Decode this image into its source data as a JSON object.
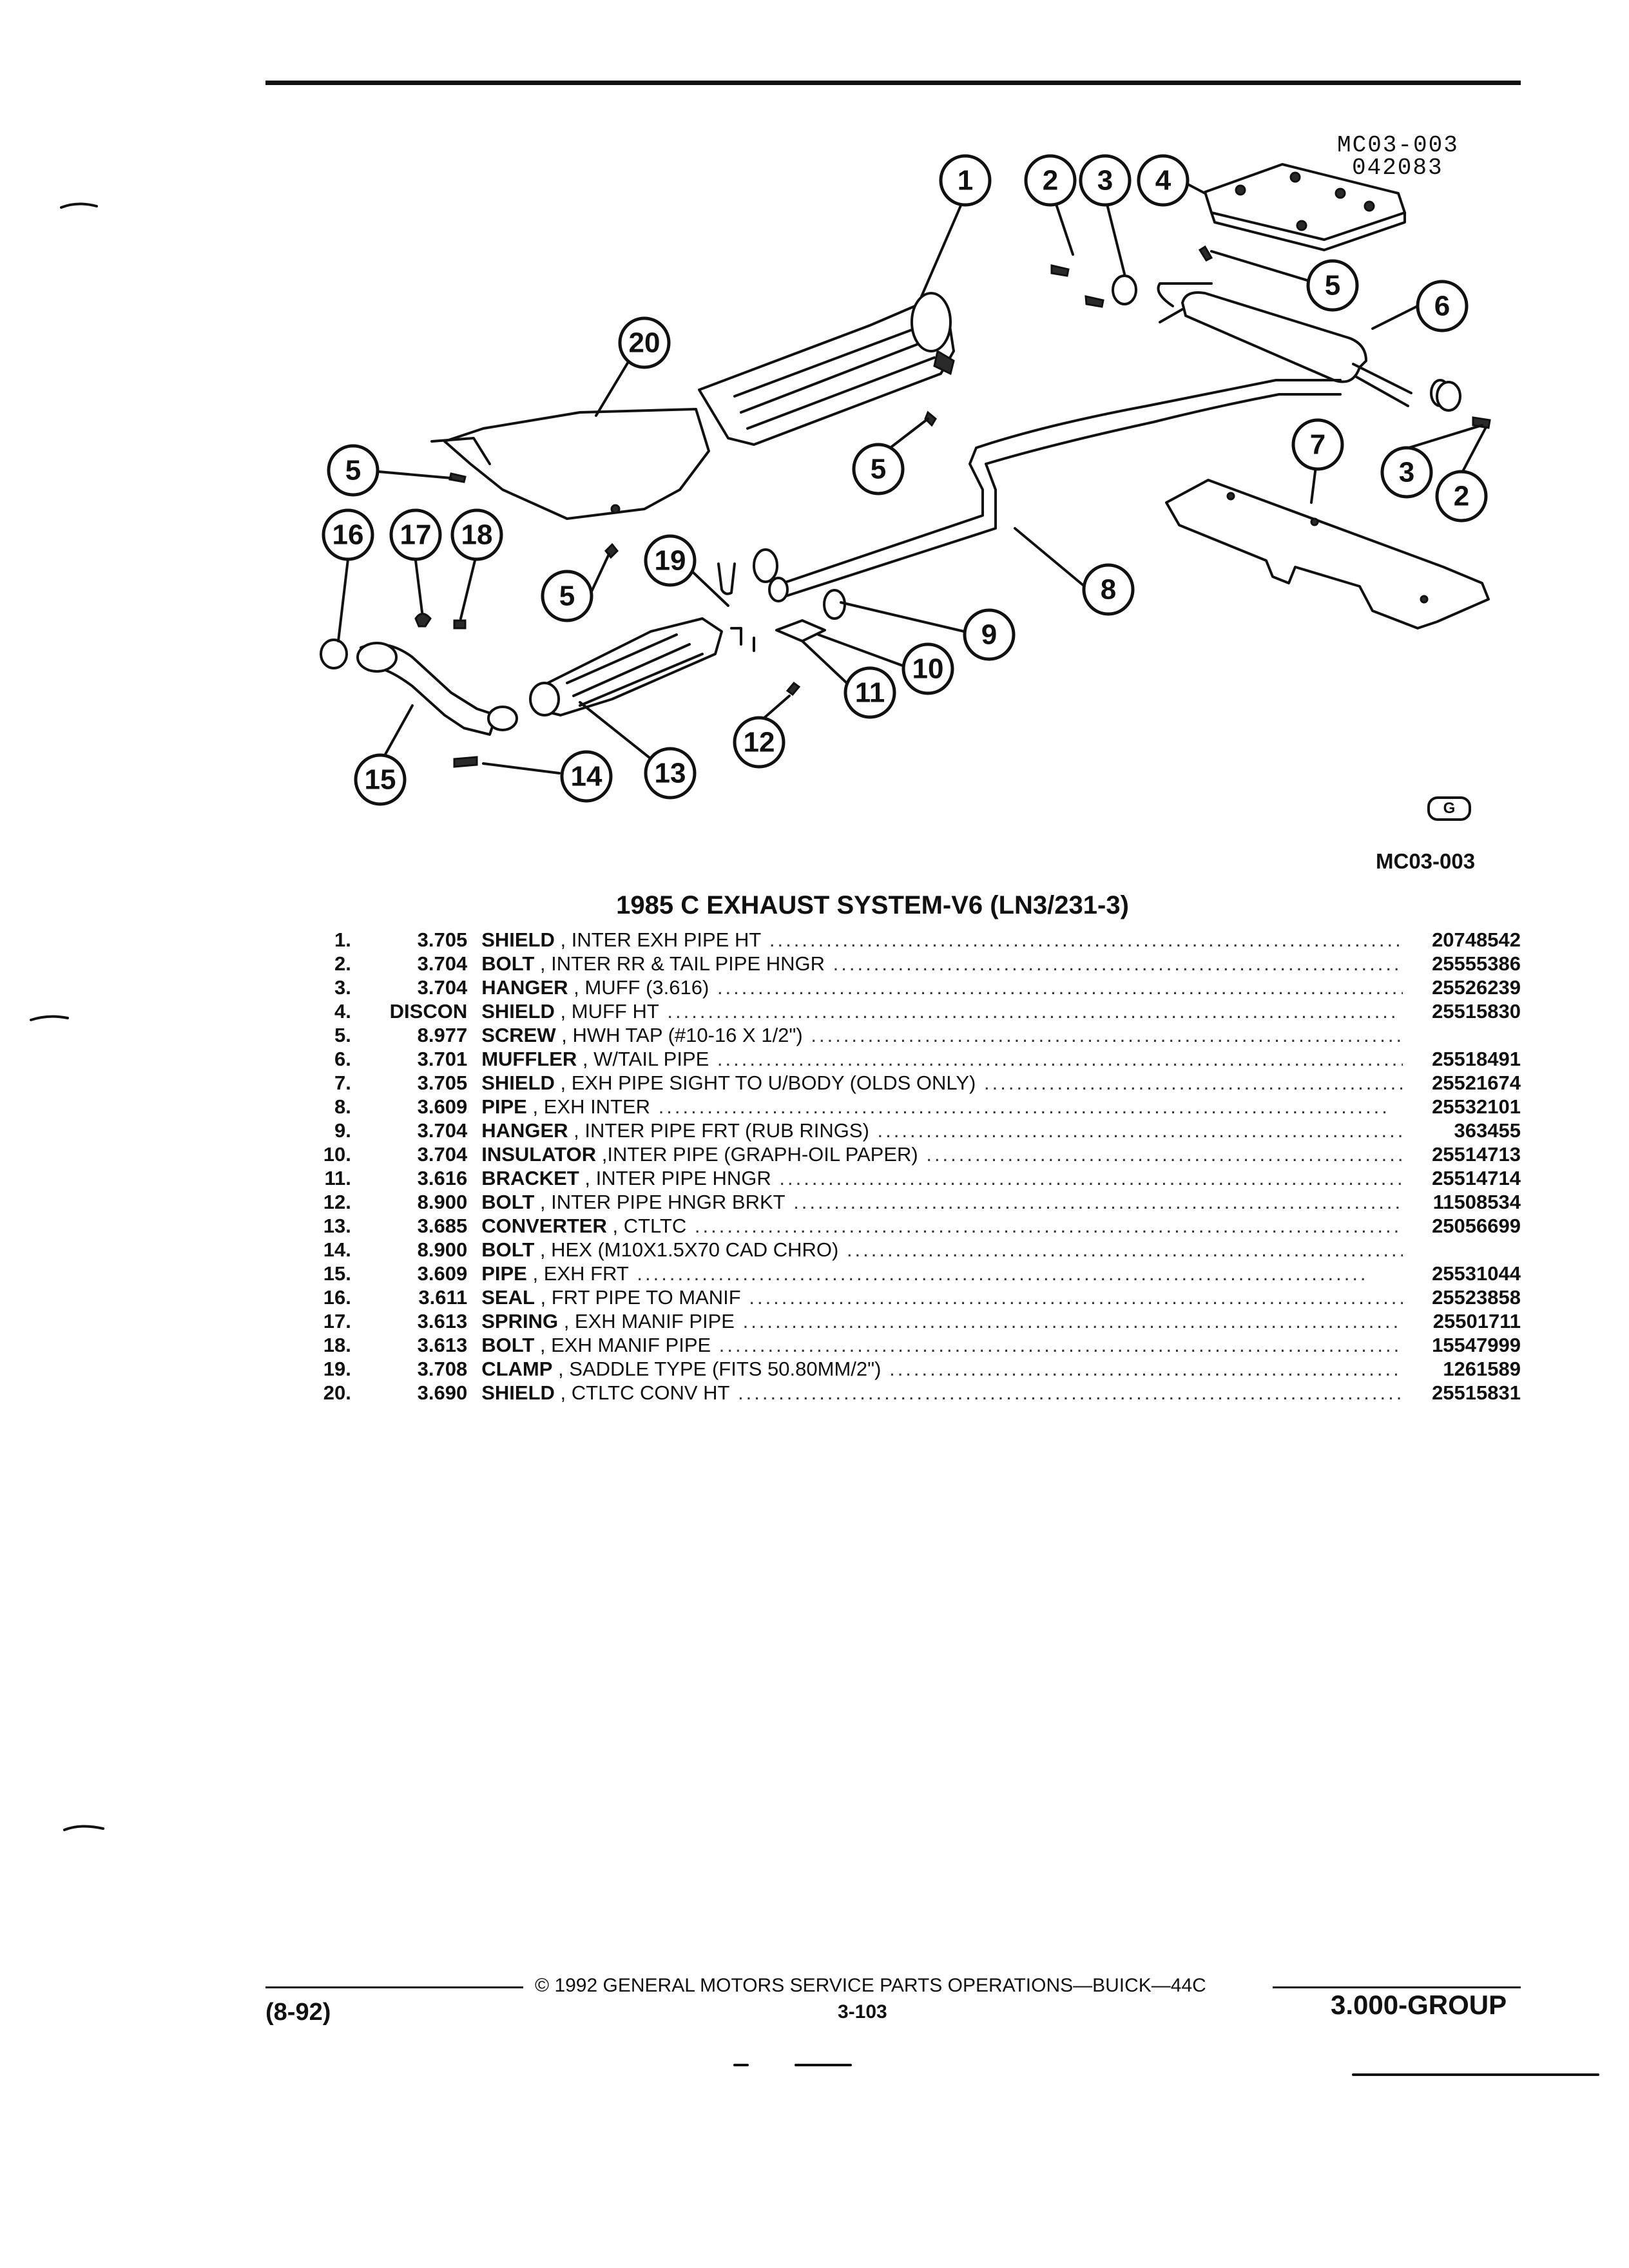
{
  "diagram": {
    "code_top": "MC03-003",
    "code_date": "042083",
    "figure_id": "MC03-003",
    "logo": "G",
    "callouts": [
      "1",
      "2",
      "3",
      "4",
      "5",
      "6",
      "7",
      "8",
      "9",
      "10",
      "11",
      "12",
      "13",
      "14",
      "15",
      "16",
      "17",
      "18",
      "19",
      "20"
    ]
  },
  "title": "1985 C EXHAUST SYSTEM-V6 (LN3/231-3)",
  "parts": [
    {
      "num": "1.",
      "grp": "3.705",
      "name": "SHIELD",
      "desc": " , INTER EXH PIPE HT",
      "pn": "20748542"
    },
    {
      "num": "2.",
      "grp": "3.704",
      "name": "BOLT",
      "desc": " , INTER RR & TAIL PIPE HNGR",
      "pn": "25555386"
    },
    {
      "num": "3.",
      "grp": "3.704",
      "name": "HANGER",
      "desc": " , MUFF (3.616)",
      "pn": "25526239"
    },
    {
      "num": "4.",
      "grp": "DISCON",
      "name": "SHIELD",
      "desc": " , MUFF HT",
      "pn": "25515830"
    },
    {
      "num": "5.",
      "grp": "8.977",
      "name": "SCREW",
      "desc": " , HWH TAP (#10-16 X 1/2\")",
      "pn": ""
    },
    {
      "num": "6.",
      "grp": "3.701",
      "name": "MUFFLER",
      "desc": " , W/TAIL PIPE",
      "pn": "25518491"
    },
    {
      "num": "7.",
      "grp": "3.705",
      "name": "SHIELD",
      "desc": " , EXH PIPE SIGHT TO U/BODY (OLDS ONLY)",
      "pn": "25521674"
    },
    {
      "num": "8.",
      "grp": "3.609",
      "name": "PIPE",
      "desc": " , EXH INTER",
      "pn": "25532101"
    },
    {
      "num": "9.",
      "grp": "3.704",
      "name": "HANGER",
      "desc": " , INTER PIPE FRT (RUB RINGS)",
      "pn": "363455"
    },
    {
      "num": "10.",
      "grp": "3.704",
      "name": "INSULATOR",
      "desc": " ,INTER PIPE (GRAPH-OIL PAPER)",
      "pn": "25514713"
    },
    {
      "num": "11.",
      "grp": "3.616",
      "name": "BRACKET",
      "desc": " , INTER PIPE HNGR",
      "pn": "25514714"
    },
    {
      "num": "12.",
      "grp": "8.900",
      "name": "BOLT",
      "desc": " , INTER PIPE HNGR BRKT",
      "pn": "11508534"
    },
    {
      "num": "13.",
      "grp": "3.685",
      "name": "CONVERTER",
      "desc": " , CTLTC",
      "pn": "25056699"
    },
    {
      "num": "14.",
      "grp": "8.900",
      "name": "BOLT",
      "desc": " , HEX (M10X1.5X70 CAD CHRO)",
      "pn": ""
    },
    {
      "num": "15.",
      "grp": "3.609",
      "name": "PIPE",
      "desc": " , EXH FRT",
      "pn": "25531044"
    },
    {
      "num": "16.",
      "grp": "3.611",
      "name": "SEAL",
      "desc": " , FRT PIPE TO MANIF",
      "pn": "25523858"
    },
    {
      "num": "17.",
      "grp": "3.613",
      "name": "SPRING",
      "desc": " , EXH MANIF PIPE",
      "pn": "25501711"
    },
    {
      "num": "18.",
      "grp": "3.613",
      "name": "BOLT",
      "desc": " , EXH MANIF PIPE",
      "pn": "15547999"
    },
    {
      "num": "19.",
      "grp": "3.708",
      "name": "CLAMP",
      "desc": " , SADDLE TYPE (FITS 50.80MM/2\")",
      "pn": "1261589"
    },
    {
      "num": "20.",
      "grp": "3.690",
      "name": "SHIELD",
      "desc": " , CTLTC CONV HT",
      "pn": "25515831"
    }
  ],
  "footer": {
    "date": "(8-92)",
    "copyright": "© 1992 GENERAL MOTORS SERVICE PARTS OPERATIONS—BUICK—44C",
    "page": "3-103",
    "group": "3.000-GROUP"
  }
}
